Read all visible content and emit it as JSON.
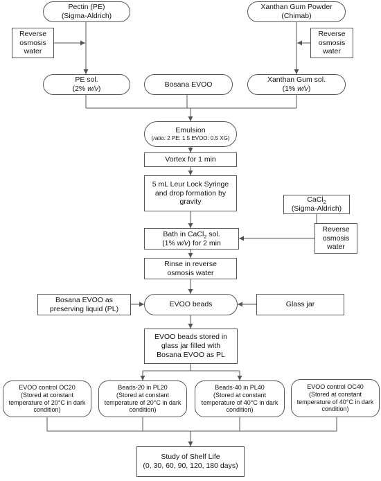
{
  "colors": {
    "stroke": "#555555",
    "text": "#111111",
    "background": "#ffffff"
  },
  "nodes": {
    "pectin": {
      "line1": "Pectin (PE)",
      "line2": "(Sigma-Aldrich)"
    },
    "xanthan": {
      "line1": "Xanthan Gum Powder",
      "line2": "(Chimab)"
    },
    "ro_left": {
      "line1": "Reverse",
      "line2": "osmosis",
      "line3": "water"
    },
    "ro_right": {
      "line1": "Reverse",
      "line2": "osmosis",
      "line3": "water"
    },
    "pe_sol": {
      "line1": "PE sol.",
      "line2_a": "(2% ",
      "line2_b": "w/v",
      "line2_c": ")"
    },
    "bosana": {
      "line1": "Bosana EVOO"
    },
    "xg_sol": {
      "line1": "Xanthan Gum sol.",
      "line2_a": "(1% ",
      "line2_b": "w/v",
      "line2_c": ")"
    },
    "emulsion": {
      "line1": "Emulsion",
      "line2_a": "(",
      "line2_b": "ratio:",
      "line2_c": " 2 PE: 1.5 EVOO: 0.5 XG)"
    },
    "vortex": {
      "line1": "Vortex for 1 min"
    },
    "syringe": {
      "line1": "5 mL Leur Lock Syringe",
      "line2": "and drop formation by",
      "line3": "gravity"
    },
    "cacl2": {
      "line1_a": "CaCl",
      "line1_sub": "2",
      "line2": "(Sigma-Aldrich)"
    },
    "ro_bath": {
      "line1": "Reverse",
      "line2": "osmosis",
      "line3": "water"
    },
    "bath": {
      "line1_a": "Bath in CaCl",
      "line1_sub": "2",
      "line1_b": " sol.",
      "line2_a": "(1% ",
      "line2_b": "w/v",
      "line2_c": ") for 2 min"
    },
    "rinse": {
      "line1": "Rinse in reverse",
      "line2": "osmosis water"
    },
    "preserving": {
      "line1": "Bosana EVOO  as",
      "line2": "preserving liquid (PL)"
    },
    "beads": {
      "line1": "EVOO beads"
    },
    "glass": {
      "line1": "Glass jar"
    },
    "stored": {
      "line1": "EVOO beads stored in",
      "line2": "glass jar filled with",
      "line3": "Bosana EVOO as PL"
    },
    "oc20": {
      "line1": "EVOO control OC20",
      "line2": "(Stored at constant",
      "line3": "temperature of 20°C in dark",
      "line4": "condition)"
    },
    "pl20": {
      "line1": "Beads-20 in PL20",
      "line2": "(Stored at constant",
      "line3": "temperature of 20°C in dark",
      "line4": "condition)"
    },
    "pl40": {
      "line1": "Beads-40 in PL40",
      "line2": "(Stored at constant",
      "line3": "temperature of 40°C in dark",
      "line4": "condition)"
    },
    "oc40": {
      "line1": "EVOO control OC40",
      "line2": "(Stored at constant",
      "line3": "temperature of 40°C in dark",
      "line4": "condition)"
    },
    "shelf": {
      "line1": "Study of Shelf Life",
      "line2": "(0, 30, 60, 90, 120, 180 days)"
    }
  }
}
